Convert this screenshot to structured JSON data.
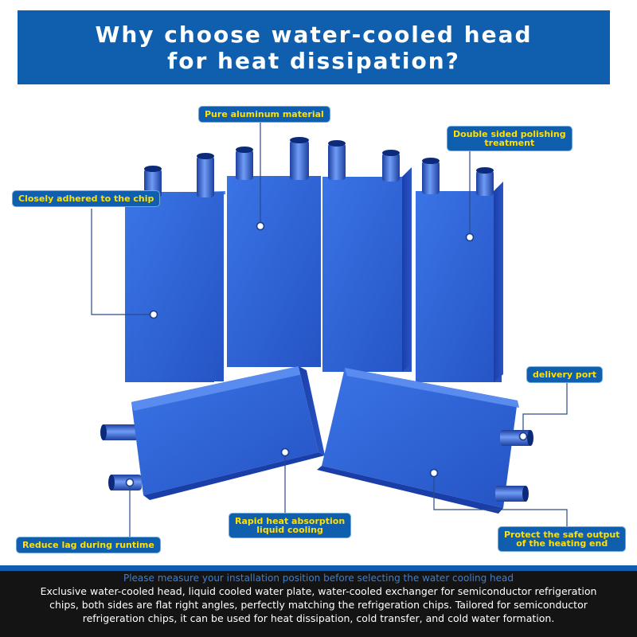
{
  "header": {
    "title_line1": "Why choose water-cooled head",
    "title_line2": "for heat dissipation?"
  },
  "labels": {
    "pure_aluminum": "Pure aluminum material",
    "double_sided_line1": "Double sided polishing",
    "double_sided_line2": "treatment",
    "closely_adhered": "Closely adhered to the chip",
    "delivery_port": "delivery port",
    "rapid_heat_line1": "Rapid heat absorption",
    "rapid_heat_line2": "liquid cooling",
    "reduce_lag": "Reduce lag during runtime",
    "protect_line1": "Protect the safe output",
    "protect_line2": "of the heating end"
  },
  "footer": {
    "subtitle": "Please measure your installation position before selecting the water cooling head",
    "line1": "Exclusive water-cooled head, liquid cooled water plate, water-cooled exchanger for semiconductor refrigeration",
    "line2": "chips, both sides are flat right angles, perfectly matching the refrigeration chips. Tailored for semiconductor",
    "line3": "refrigeration chips, it can be used for heat dissipation, cold transfer, and cold water formation."
  },
  "colors": {
    "banner": "#0f5fae",
    "label_text": "#ffe000",
    "block_face": "#2e64d6",
    "footer_bg": "#141414"
  }
}
